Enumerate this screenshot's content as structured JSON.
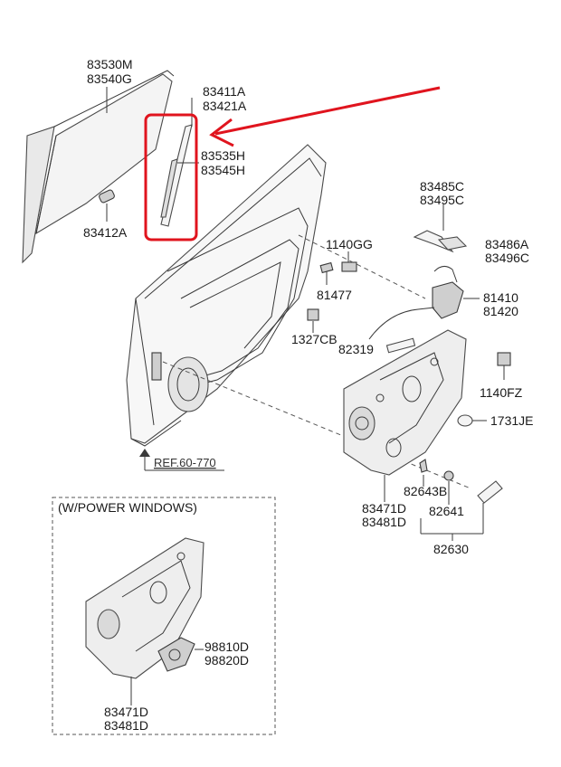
{
  "labels": {
    "glass_top": "83530M",
    "glass_bottom": "83540G",
    "channel_top": "83411A",
    "channel_bottom": "83421A",
    "sash_top": "83535H",
    "sash_bottom": "83545H",
    "glass_clip": "83412A",
    "striker_top": "83485C",
    "striker_bottom": "83495C",
    "bracket_top": "83486A",
    "bracket_bottom": "83496C",
    "bolt_1140gg": "1140GG",
    "screw_81477": "81477",
    "latch_top": "81410",
    "latch_bottom": "81420",
    "nut_1327cb": "1327CB",
    "cable_82319": "82319",
    "bolt_1140fz": "1140FZ",
    "plug_1731je": "1731JE",
    "panel_top": "83471D",
    "panel_bottom": "83481D",
    "handle_82643b": "82643B",
    "handle_82641": "82641",
    "handle_assy": "82630",
    "ref": "REF.60-770",
    "inset_title": "(W/POWER WINDOWS)",
    "motor_top": "98810D",
    "motor_bottom": "98820D",
    "inset_panel_top": "83471D",
    "inset_panel_bottom": "83481D"
  },
  "highlight": {
    "color": "#e0141e"
  }
}
